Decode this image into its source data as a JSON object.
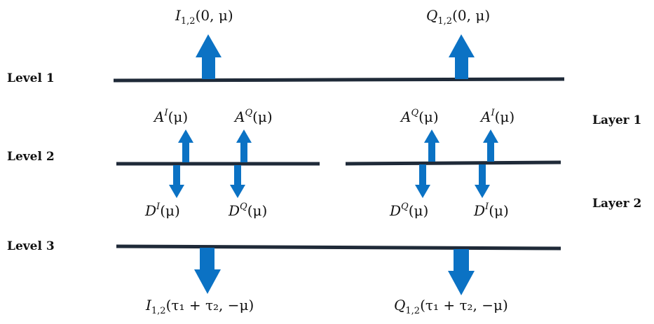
{
  "levels": {
    "level1": "Level 1",
    "level2": "Level 2",
    "level3": "Level 3"
  },
  "layers": {
    "layer1": "Layer 1",
    "layer2": "Layer 2"
  },
  "top_labels": {
    "i_name": "I",
    "i_sub": "1,2",
    "i_args": "(0, μ)",
    "q_name": "Q",
    "q_sub": "1,2",
    "q_args": "(0, μ)"
  },
  "middle_up_labels": [
    {
      "name": "A",
      "sup": "I",
      "args": "(μ)"
    },
    {
      "name": "A",
      "sup": "Q",
      "args": "(μ)"
    },
    {
      "name": "A",
      "sup": "Q",
      "args": "(μ)"
    },
    {
      "name": "A",
      "sup": "I",
      "args": "(μ)"
    }
  ],
  "middle_down_labels": [
    {
      "name": "D",
      "sup": "I",
      "args": "(μ)"
    },
    {
      "name": "D",
      "sup": "Q",
      "args": "(μ)"
    },
    {
      "name": "D",
      "sup": "Q",
      "args": "(μ)"
    },
    {
      "name": "D",
      "sup": "I",
      "args": "(μ)"
    }
  ],
  "bottom_labels": {
    "i_name": "I",
    "i_sub": "1,2",
    "i_args": "(τ₁ + τ₂, −μ)",
    "q_name": "Q",
    "q_sub": "1,2",
    "q_args": "(τ₁ + τ₂, −μ)"
  },
  "colors": {
    "line": "#1f2a38",
    "arrow": "#0b72c4"
  }
}
